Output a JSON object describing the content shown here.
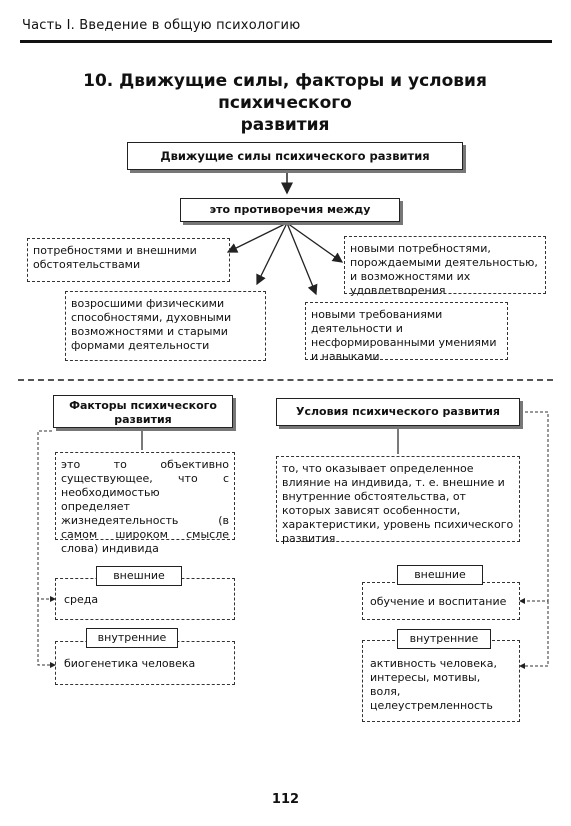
{
  "header": {
    "running_title": "Часть I. Введение в общую психологию"
  },
  "title": {
    "line1": "10. Движущие силы, факторы и условия психического",
    "line2": "развития"
  },
  "top_section": {
    "main_box": "Движущие силы психического развития",
    "contradictions_box": "это противоречия между",
    "items": [
      "потребностями и внешними обстоятельствами",
      "возросшими физическими способностями, духовными возможностями и старыми формами деятельности",
      "новыми требованиями деятельности и несформированными умениями и навыками",
      "новыми потребностями, порождаемыми деятельностью, и возможностями их удовлетворения"
    ]
  },
  "factors": {
    "title": "Факторы психического развития",
    "definition": "это то объективно существующее, что с необходимостью определяет жизнедеятельность (в самом широком смысле слова) индивида",
    "external_label": "внешние",
    "external_value": "среда",
    "internal_label": "внутренние",
    "internal_value": "биогенетика человека"
  },
  "conditions": {
    "title": "Условия психического развития",
    "definition": "то, что оказывает определенное влияние на индивида, т. е. внешние и внутренние обстоятельства, от которых зависят особенности, характеристики, уровень психического развития",
    "external_label": "внешние",
    "external_value": "обучение и воспитание",
    "internal_label": "внутренние",
    "internal_value": "активность человека, интересы, мотивы, воля, целеустремленность"
  },
  "footer": {
    "page_number": "112"
  }
}
